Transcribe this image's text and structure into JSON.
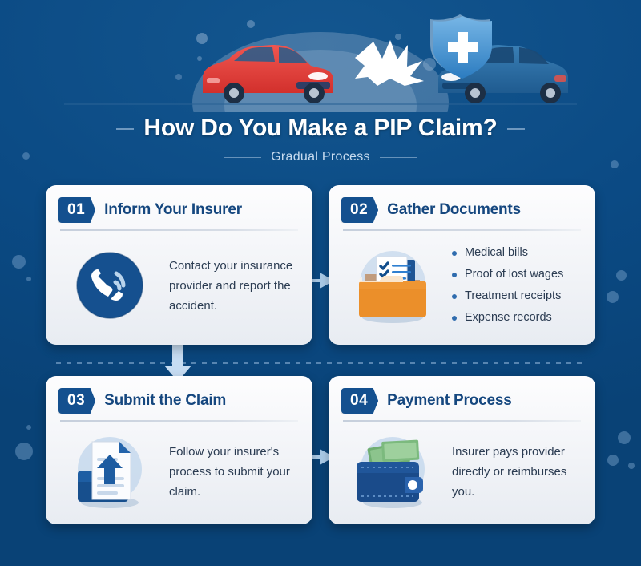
{
  "header": {
    "title": "How Do You Make a PIP Claim?",
    "subtitle": "Gradual Process",
    "illustration": {
      "name": "car-accident-illustration",
      "elements": [
        "red-car",
        "blue-car",
        "collision-burst",
        "shield-medical-cross"
      ],
      "colors": {
        "red_car": "#e8413c",
        "blue_car": "#2b6ca3",
        "shield": "#4e9bd8",
        "cross": "#ffffff"
      }
    }
  },
  "theme": {
    "background": "#0b4a84",
    "card_background": "#f3f5f9",
    "accent_blue": "#14508f",
    "title_blue": "#15477f",
    "body_text": "#2b3c52",
    "bullet_blue": "#2f6cae",
    "folder_orange": "#ec8a2c",
    "money_green": "#5fa566"
  },
  "steps": [
    {
      "number": "01",
      "title": "Inform Your Insurer",
      "icon": "phone-icon",
      "type": "paragraph",
      "description": "Contact your insurance provider and report the accident."
    },
    {
      "number": "02",
      "title": "Gather Documents",
      "icon": "folder-documents-icon",
      "type": "bullets",
      "bullets": [
        "Medical bills",
        "Proof of lost wages",
        "Treatment receipts",
        "Expense records"
      ]
    },
    {
      "number": "03",
      "title": "Submit the Claim",
      "icon": "document-upload-icon",
      "type": "paragraph",
      "description": "Follow your insurer's process to submit your claim."
    },
    {
      "number": "04",
      "title": "Payment Process",
      "icon": "wallet-money-icon",
      "type": "paragraph",
      "description": "Insurer pays provider directly or reimburses you."
    }
  ],
  "connectors": [
    {
      "name": "arrow-step1-to-step2",
      "direction": "right"
    },
    {
      "name": "arrow-step2-to-step3",
      "direction": "down"
    },
    {
      "name": "arrow-step3-to-step4",
      "direction": "right"
    }
  ]
}
